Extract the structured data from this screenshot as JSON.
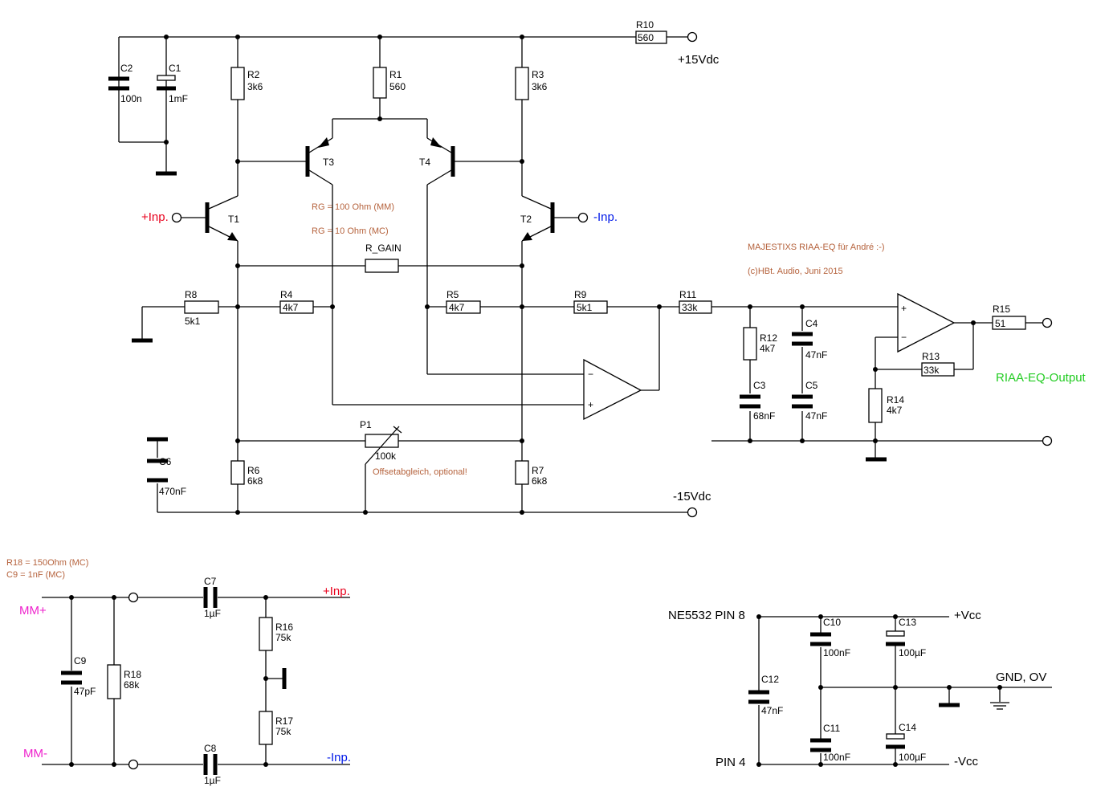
{
  "components": {
    "R1": {
      "ref": "R1",
      "val": "560"
    },
    "R2": {
      "ref": "R2",
      "val": "3k6"
    },
    "R3": {
      "ref": "R3",
      "val": "3k6"
    },
    "R4": {
      "ref": "R4",
      "val": "4k7"
    },
    "R5": {
      "ref": "R5",
      "val": "4k7"
    },
    "R6": {
      "ref": "R6",
      "val": "6k8"
    },
    "R7": {
      "ref": "R7",
      "val": "6k8"
    },
    "R8": {
      "ref": "R8",
      "val": "5k1"
    },
    "R9": {
      "ref": "R9",
      "val": "5k1"
    },
    "R10": {
      "ref": "R10",
      "val": "560"
    },
    "R11": {
      "ref": "R11",
      "val": "33k"
    },
    "R12": {
      "ref": "R12",
      "val": "4k7"
    },
    "R13": {
      "ref": "R13",
      "val": "33k"
    },
    "R14": {
      "ref": "R14",
      "val": "4k7"
    },
    "R15": {
      "ref": "R15",
      "val": "51"
    },
    "R16": {
      "ref": "R16",
      "val": "75k"
    },
    "R17": {
      "ref": "R17",
      "val": "75k"
    },
    "R18": {
      "ref": "R18",
      "val": "68k"
    },
    "RGAIN": {
      "ref": "R_GAIN"
    },
    "P1": {
      "ref": "P1",
      "val": "100k"
    },
    "C1": {
      "ref": "C1",
      "val": "1mF"
    },
    "C2": {
      "ref": "C2",
      "val": "100n"
    },
    "C3": {
      "ref": "C3",
      "val": "68nF"
    },
    "C4": {
      "ref": "C4",
      "val": "47nF"
    },
    "C5": {
      "ref": "C5",
      "val": "47nF"
    },
    "C6": {
      "ref": "C6",
      "val": "470nF"
    },
    "C7": {
      "ref": "C7",
      "val": "1µF"
    },
    "C8": {
      "ref": "C8",
      "val": "1µF"
    },
    "C9": {
      "ref": "C9",
      "val": "47pF"
    },
    "C10": {
      "ref": "C10",
      "val": "100nF"
    },
    "C11": {
      "ref": "C11",
      "val": "100nF"
    },
    "C12": {
      "ref": "C12",
      "val": "47nF"
    },
    "C13": {
      "ref": "C13",
      "val": "100µF"
    },
    "C14": {
      "ref": "C14",
      "val": "100µF"
    },
    "T1": {
      "ref": "T1"
    },
    "T2": {
      "ref": "T2"
    },
    "T3": {
      "ref": "T3"
    },
    "T4": {
      "ref": "T4"
    }
  },
  "labels": {
    "plus15": "+15Vdc",
    "minus15": "-15Vdc",
    "inp_plus": "+Inp.",
    "inp_minus": "-Inp.",
    "rg_mm": "RG = 100 Ohm (MM)",
    "rg_mc": "RG = 10 Ohm (MC)",
    "title": "MAJESTIXS RIAA-EQ für André :-)",
    "copyright": "(c)HBt. Audio, Juni 2015",
    "offset": "Offsetabgleich, optional!",
    "output": "RIAA-EQ-Output",
    "mc_note1": "R18 = 150Ohm (MC)",
    "mc_note2": "C9    = 1nF (MC)",
    "mm_plus": "MM+",
    "mm_minus": "MM-",
    "inp_plus2": "+Inp.",
    "inp_minus2": "-Inp.",
    "ne_pin8": "NE5532  PIN 8",
    "pin4": "PIN 4",
    "vcc_plus": "+Vcc",
    "vcc_minus": "-Vcc",
    "gnd": "GND, OV"
  },
  "opamp": {
    "minus": "−",
    "plus": "+"
  }
}
